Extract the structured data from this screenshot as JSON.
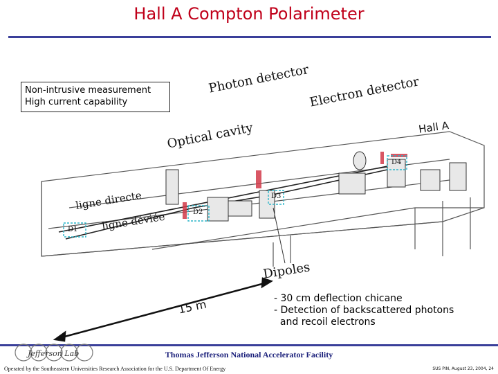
{
  "slide": {
    "title": "Hall A Compton Polarimeter",
    "info_lines": [
      "Non-intrusive measurement",
      "High current capability"
    ],
    "labels": {
      "photon_detector": "Photon detector",
      "electron_detector": "Electron detector",
      "optical_cavity": "Optical cavity",
      "hall_a": "Hall A",
      "ligne_directe": "ligne directe",
      "ligne_deviee": "ligne déviée",
      "dipoles": "Dipoles",
      "scale": "15 m",
      "d1": "D1",
      "d2": "D2",
      "d3": "D3",
      "d4": "D4"
    },
    "bullets": [
      "- 30 cm deflection chicane",
      "- Detection of backscattered photons",
      "  and recoil electrons"
    ]
  },
  "footer": {
    "lab_name": "Thomas Jefferson National Accelerator Facility",
    "logo_text": "Jefferson Lab",
    "operator": "Operated by the Southeastern Universities Research Association for the U.S. Department Of Energy",
    "conference": "SUS PIN, August 23, 2004, 24"
  },
  "colors": {
    "title": "#c0001a",
    "rule": "#3a3f9a",
    "dipole_box": "#2bb5c9",
    "magnet_red": "#d23a4a"
  }
}
